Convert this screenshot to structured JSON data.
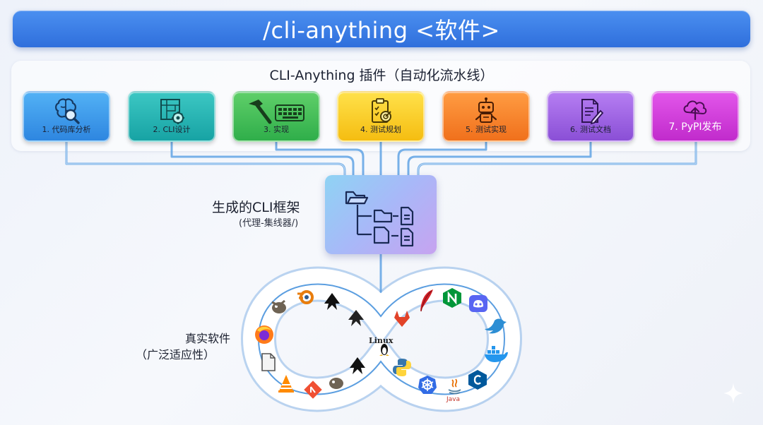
{
  "header": {
    "title": "/cli-anything <软件>"
  },
  "plugin": {
    "title": "CLI-Anything 插件（自动化流水线）",
    "steps": [
      {
        "label": "1. 代码库分析",
        "icon": "brain-search-icon",
        "color": "#2f8ee6"
      },
      {
        "label": "2. CLI设计",
        "icon": "blueprint-gear-icon",
        "color": "#1fb3b0"
      },
      {
        "label": "3. 实现",
        "icon": "hammer-keyboard-icon",
        "color": "#3dbb55"
      },
      {
        "label": "4. 测试规划",
        "icon": "clipboard-target-icon",
        "color": "#f2c316"
      },
      {
        "label": "5. 测试实现",
        "icon": "robot-icon",
        "color": "#f27a1e"
      },
      {
        "label": "6. 测试文档",
        "icon": "document-pen-icon",
        "color": "#9a5ee0"
      },
      {
        "label": "7. PyPI发布",
        "icon": "cloud-upload-icon",
        "color": "#c93bd6"
      }
    ]
  },
  "generated": {
    "title": "生成的CLI框架",
    "subtitle": "(代理-集线器/)",
    "icon": "folder-tree-icon"
  },
  "real_software": {
    "title": "真实软件",
    "subtitle": "（广泛适应性）",
    "loop_color": "#4a90d9",
    "apps": [
      "gimp-icon",
      "blender-icon",
      "inkscape-icon",
      "firefox-icon",
      "libreoffice-icon",
      "vlc-icon",
      "git-icon",
      "gitlab-icon",
      "linux-icon",
      "python-icon",
      "kubernetes-icon",
      "java-icon",
      "cplusplus-icon",
      "docker-icon",
      "bird-icon",
      "feather-icon",
      "nginx-icon",
      "discord-icon"
    ],
    "linux_label": "Linux",
    "java_label": "Java"
  }
}
